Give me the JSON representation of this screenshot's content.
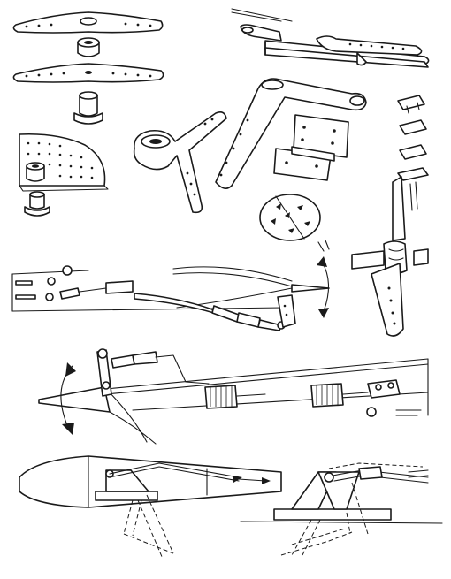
{
  "figure": {
    "ink_color": "#1a1a1a",
    "paper_color": "#ffffff",
    "parts": [
      "double-horn-upper",
      "spacer-bushing",
      "double-horn-lower",
      "horn-bolt-upper",
      "quadrant-plate",
      "quadrant-bushing",
      "quadrant-bolt",
      "bellcrank-small",
      "pushrod-clevis-assembly",
      "long-bellcrank",
      "hinge-plate",
      "round-hinge-disc",
      "hinge-leaves-stack",
      "control-horn-vertical",
      "aileron-pushrod-assembly",
      "elevator-linkage-assembly",
      "flap-linkage-left",
      "flap-linkage-right"
    ]
  }
}
